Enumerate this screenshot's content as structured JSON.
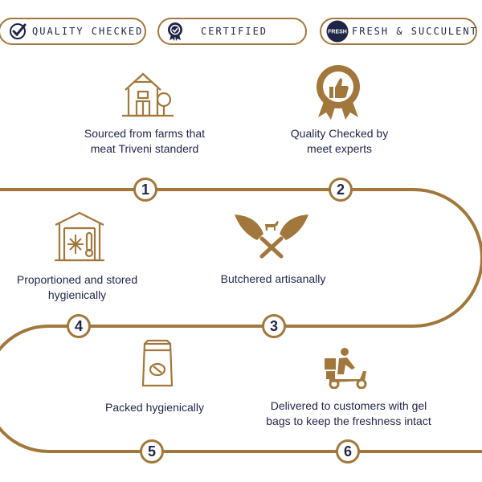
{
  "badges": [
    {
      "label": "QUALITY CHECKED",
      "icon": "checkmark-circle-icon"
    },
    {
      "label": "CERTIFIED",
      "icon": "certified-seal-icon"
    },
    {
      "label": "FRESH & SUCCULENT",
      "icon": "fresh-badge-icon",
      "icon_text": "FRESH"
    }
  ],
  "steps": [
    {
      "number": "1",
      "caption_lines": [
        "Sourced from farms that",
        "meat Triveni standerd"
      ],
      "icon": "farm-house-icon"
    },
    {
      "number": "2",
      "caption_lines": [
        "Quality Checked by",
        "meet experts"
      ],
      "icon": "thumbs-up-badge-icon"
    },
    {
      "number": "3",
      "caption_lines": [
        "Butchered artisanally"
      ],
      "icon": "crossed-cleavers-goat-icon"
    },
    {
      "number": "4",
      "caption_lines": [
        "Proportioned and stored",
        "hygienically"
      ],
      "icon": "cold-storage-icon"
    },
    {
      "number": "5",
      "caption_lines": [
        "Packed hygienically"
      ],
      "icon": "packed-bag-icon"
    },
    {
      "number": "6",
      "caption_lines": [
        "Delivered to customers with gel",
        "bags to keep the freshness intact"
      ],
      "icon": "delivery-scooter-icon"
    }
  ],
  "colors": {
    "accent": "#a2773c",
    "text": "#1f2547"
  }
}
